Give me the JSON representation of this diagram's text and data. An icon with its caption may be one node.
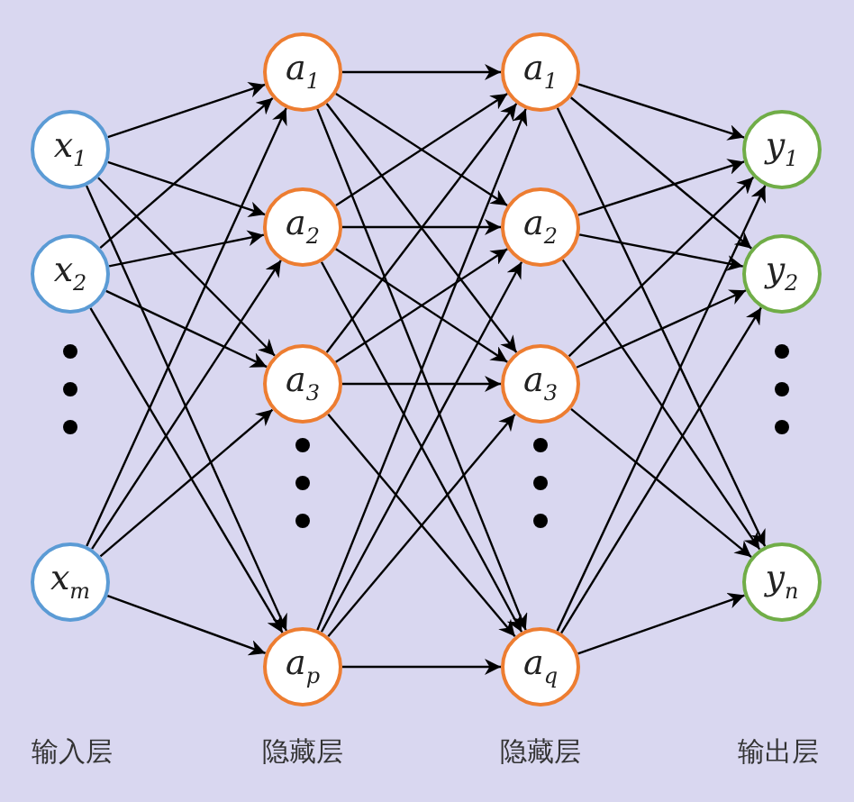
{
  "diagram": {
    "nodes": [
      {
        "text": [
          "x$_{1}$"
        ]
      },
      {
        "text": [
          "x$_{2}$"
        ]
      },
      {
        "text": [
          "x$_{m}$"
        ]
      },
      {
        "text": [
          "a$_{1}$"
        ]
      },
      {
        "text": [
          "a$_{2}$"
        ]
      },
      {
        "text": [
          "a$_{3}$"
        ]
      },
      {
        "text": [
          "a$_{p}$"
        ]
      },
      {
        "text": [
          "a$_{1}$"
        ]
      },
      {
        "text": [
          "a$_{2}$"
        ]
      },
      {
        "text": [
          "a$_{3}$"
        ]
      },
      {
        "text": [
          "a$_{q}$"
        ]
      },
      {
        "text": [
          "y$_{1}$"
        ]
      },
      {
        "text": [
          "y$_{2}$"
        ]
      },
      {
        "text": [
          "y$_{n}$"
        ]
      }
    ],
    "edges": [
      {
        "from": 0,
        "to": 3,
        "arrow": "to"
      },
      {
        "from": 0,
        "to": 4,
        "arrow": "to"
      },
      {
        "from": 0,
        "to": 5,
        "arrow": "to"
      },
      {
        "from": 0,
        "to": 6,
        "arrow": "to"
      },
      {
        "from": 1,
        "to": 3,
        "arrow": "to"
      },
      {
        "from": 1,
        "to": 4,
        "arrow": "to"
      },
      {
        "from": 1,
        "to": 5,
        "arrow": "to"
      },
      {
        "from": 1,
        "to": 6,
        "arrow": "to"
      },
      {
        "from": 2,
        "to": 3,
        "arrow": "to"
      },
      {
        "from": 2,
        "to": 4,
        "arrow": "to"
      },
      {
        "from": 2,
        "to": 5,
        "arrow": "to"
      },
      {
        "from": 2,
        "to": 6,
        "arrow": "to"
      },
      {
        "from": 3,
        "to": 7,
        "arrow": "to"
      },
      {
        "from": 3,
        "to": 8,
        "arrow": "to"
      },
      {
        "from": 3,
        "to": 9,
        "arrow": "to"
      },
      {
        "from": 3,
        "to": 10,
        "arrow": "to"
      },
      {
        "from": 4,
        "to": 7,
        "arrow": "to"
      },
      {
        "from": 4,
        "to": 8,
        "arrow": "to"
      },
      {
        "from": 4,
        "to": 9,
        "arrow": "to"
      },
      {
        "from": 4,
        "to": 10,
        "arrow": "to"
      },
      {
        "from": 5,
        "to": 7,
        "arrow": "to"
      },
      {
        "from": 5,
        "to": 8,
        "arrow": "to"
      },
      {
        "from": 5,
        "to": 9,
        "arrow": "to"
      },
      {
        "from": 5,
        "to": 10,
        "arrow": "to"
      },
      {
        "from": 6,
        "to": 7,
        "arrow": "to"
      },
      {
        "from": 6,
        "to": 8,
        "arrow": "to"
      },
      {
        "from": 6,
        "to": 9,
        "arrow": "to"
      },
      {
        "from": 6,
        "to": 10,
        "arrow": "to"
      },
      {
        "from": 7,
        "to": 11,
        "arrow": "to"
      },
      {
        "from": 7,
        "to": 12,
        "arrow": "to"
      },
      {
        "from": 7,
        "to": 13,
        "arrow": "to"
      },
      {
        "from": 8,
        "to": 11,
        "arrow": "to"
      },
      {
        "from": 8,
        "to": 12,
        "arrow": "to"
      },
      {
        "from": 8,
        "to": 13,
        "arrow": "to"
      },
      {
        "from": 9,
        "to": 11,
        "arrow": "to"
      },
      {
        "from": 9,
        "to": 12,
        "arrow": "to"
      },
      {
        "from": 9,
        "to": 13,
        "arrow": "to"
      },
      {
        "from": 10,
        "to": 11,
        "arrow": "to"
      },
      {
        "from": 10,
        "to": 12,
        "arrow": "to"
      },
      {
        "from": 10,
        "to": 13,
        "arrow": "to"
      }
    ],
    "labels": [
      "输入层",
      "隐藏层",
      "隐藏层",
      "输出层"
    ]
  }
}
